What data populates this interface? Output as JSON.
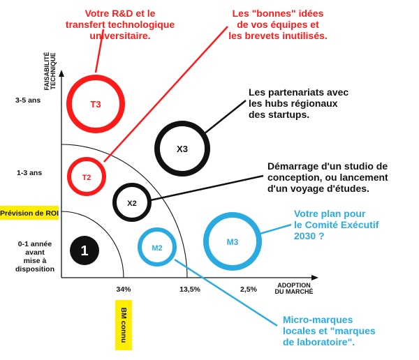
{
  "colors": {
    "red": "#ff1a1a",
    "black": "#111111",
    "blue": "#29abe2",
    "yellow": "#ffee00"
  },
  "axis": {
    "y_title_line1": "FAISABILITÉ",
    "y_title_line2": "TECHNIQUE",
    "x_title_line1": "ADOPTION",
    "x_title_line2": "DU MARCHÉ"
  },
  "y_ticks": {
    "t1": "3-5 ans",
    "t2": "1-3 ans",
    "t3_lines": [
      "0-1 année",
      "avant",
      "mise à",
      "disposition"
    ]
  },
  "x_ticks": {
    "t1": "34%",
    "t2": "13,5%",
    "t3": "2,5%"
  },
  "tags": {
    "roi": "Prévision de ROI",
    "bm": "BM connu"
  },
  "circles": {
    "t3": "T3",
    "t2": "T2",
    "one": "1",
    "x3": "X3",
    "x2": "X2",
    "m2": "M2",
    "m3": "M3"
  },
  "notes": {
    "rd": [
      "Votre R&D et le",
      "transfert technologique",
      "universitaire."
    ],
    "ideas": [
      "Les \"bonnes\" idées",
      "de vos équipes et",
      "les brevets inutilisés."
    ],
    "partners": [
      "Les partenariats avec",
      "les hubs régionaux",
      "des startups."
    ],
    "studio": [
      "Démarrage d'un studio de",
      "conception, ou lancement",
      "d'un voyage d'études."
    ],
    "plan": [
      "Votre plan pour",
      "le Comité Exécutif",
      "2030 ?"
    ],
    "micro": [
      "Micro-marques",
      "locales et \"marques",
      "de laboratoire\"."
    ]
  }
}
